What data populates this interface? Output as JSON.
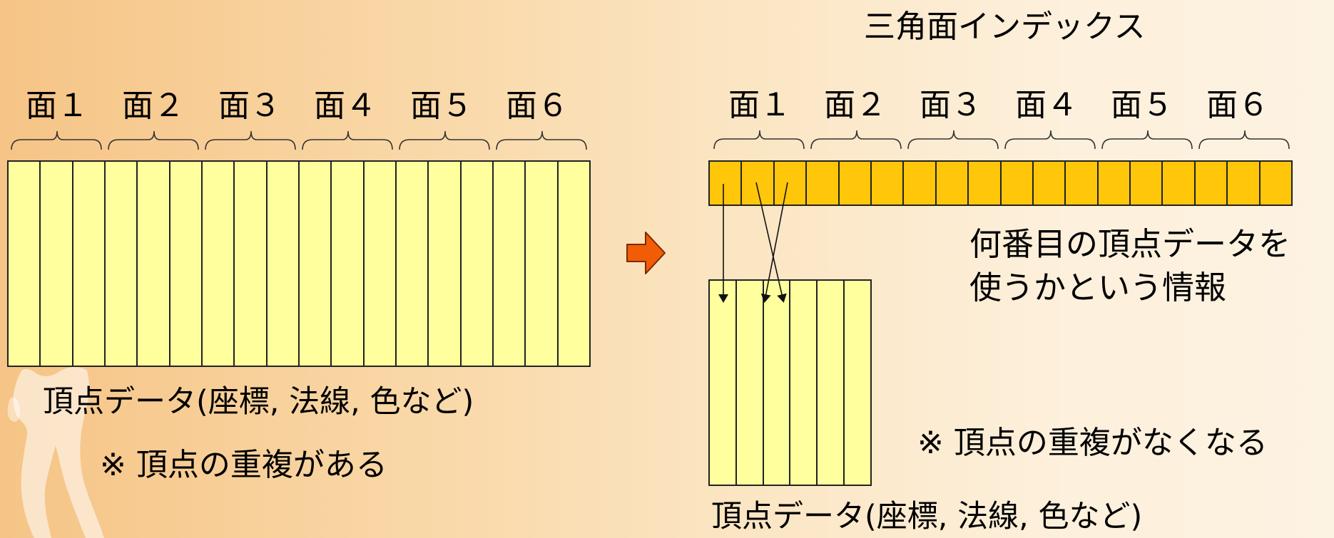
{
  "left_panel": {
    "face_labels": [
      "面１",
      "面２",
      "面３",
      "面４",
      "面５",
      "面６"
    ],
    "vertex_caption": "頂点データ(座標, 法線, 色など)",
    "note": "※ 頂点の重複がある"
  },
  "right_panel": {
    "title": "三角面インデックス",
    "face_labels": [
      "面１",
      "面２",
      "面３",
      "面４",
      "面５",
      "面６"
    ],
    "index_desc_line1": "何番目の頂点データを",
    "index_desc_line2": "使うかという情報",
    "vertex_caption": "頂点データ(座標, 法線, 色など)",
    "note": "※ 頂点の重複がなくなる"
  },
  "colors": {
    "vertex_cell": "#ffff9e",
    "index_cell": "#ffc60a",
    "arrow": "#f25c05"
  }
}
